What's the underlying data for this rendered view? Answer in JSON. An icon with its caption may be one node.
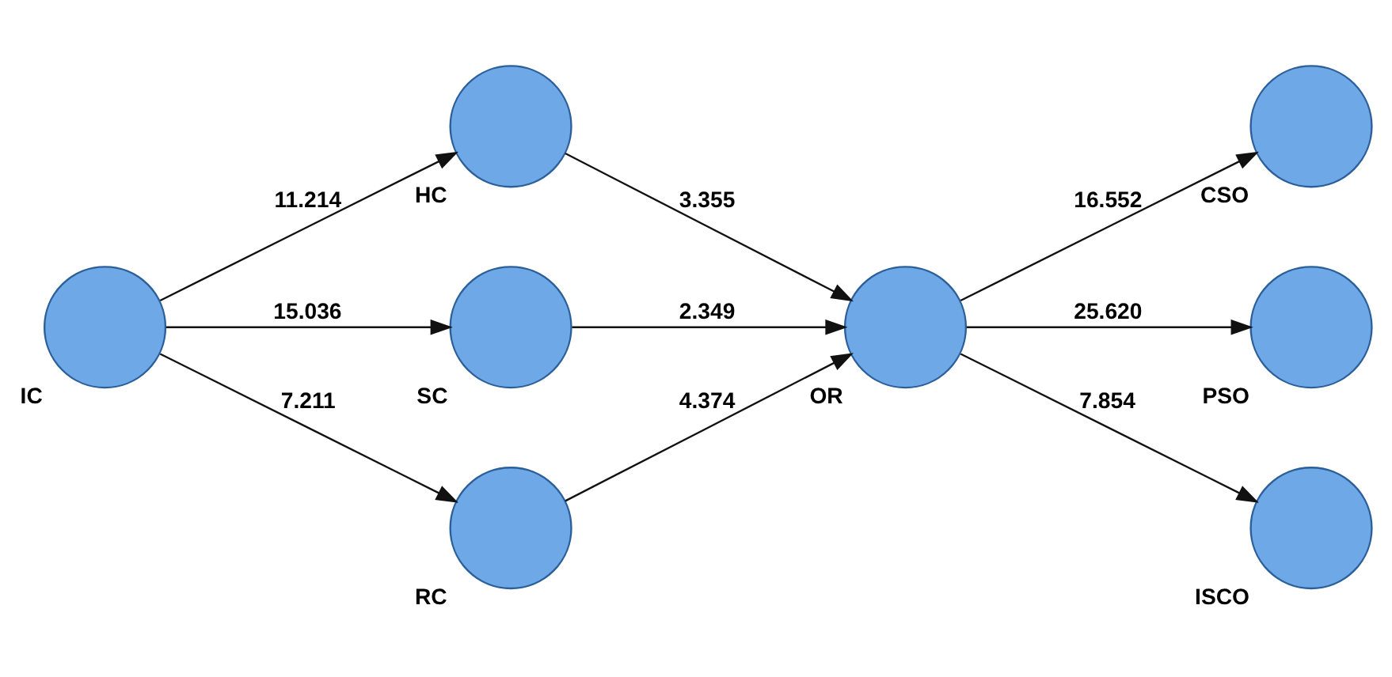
{
  "diagram": {
    "nodes": [
      {
        "text": [],
        "shape": "circle",
        "beside": [
          "IC"
        ]
      },
      {
        "text": [],
        "shape": "circle",
        "beside": [
          "HC"
        ]
      },
      {
        "text": [],
        "shape": "circle",
        "beside": [
          "SC"
        ]
      },
      {
        "text": [],
        "shape": "circle",
        "beside": [
          "RC"
        ]
      },
      {
        "text": [],
        "shape": "circle",
        "beside": [
          "OR"
        ]
      },
      {
        "text": [],
        "shape": "circle",
        "beside": [
          "CSO"
        ]
      },
      {
        "text": [],
        "shape": "circle",
        "beside": [
          "PSO"
        ]
      },
      {
        "text": [],
        "shape": "circle",
        "beside": [
          "ISCO"
        ]
      }
    ],
    "edges": [
      {
        "from": 0,
        "to": 1,
        "arrow": "to",
        "label": "11.214"
      },
      {
        "from": 0,
        "to": 2,
        "arrow": "to",
        "label": "15.036"
      },
      {
        "from": 0,
        "to": 3,
        "arrow": "to",
        "label": "7.211"
      },
      {
        "from": 1,
        "to": 4,
        "arrow": "to",
        "label": "3.355"
      },
      {
        "from": 2,
        "to": 4,
        "arrow": "to",
        "label": "2.349"
      },
      {
        "from": 3,
        "to": 4,
        "arrow": "to",
        "label": "4.374"
      },
      {
        "from": 4,
        "to": 5,
        "arrow": "to",
        "label": "16.552"
      },
      {
        "from": 4,
        "to": 6,
        "arrow": "to",
        "label": "25.620"
      },
      {
        "from": 4,
        "to": 7,
        "arrow": "to",
        "label": "7.854"
      }
    ]
  }
}
